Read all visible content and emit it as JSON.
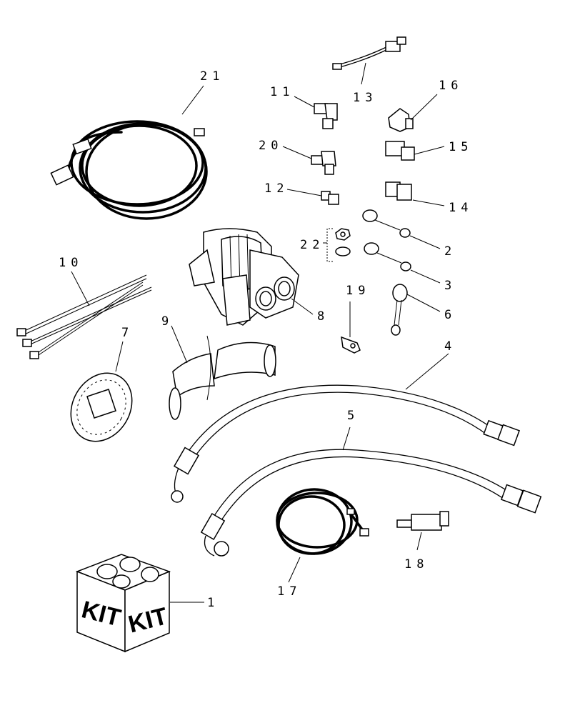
{
  "diagram": {
    "callouts": [
      "1",
      "2",
      "3",
      "4",
      "5",
      "6",
      "7",
      "8",
      "9",
      "10",
      "11",
      "12",
      "13",
      "14",
      "15",
      "16",
      "17",
      "18",
      "19",
      "20",
      "21",
      "22"
    ],
    "kit_text": [
      "KIT",
      "KIT"
    ]
  }
}
